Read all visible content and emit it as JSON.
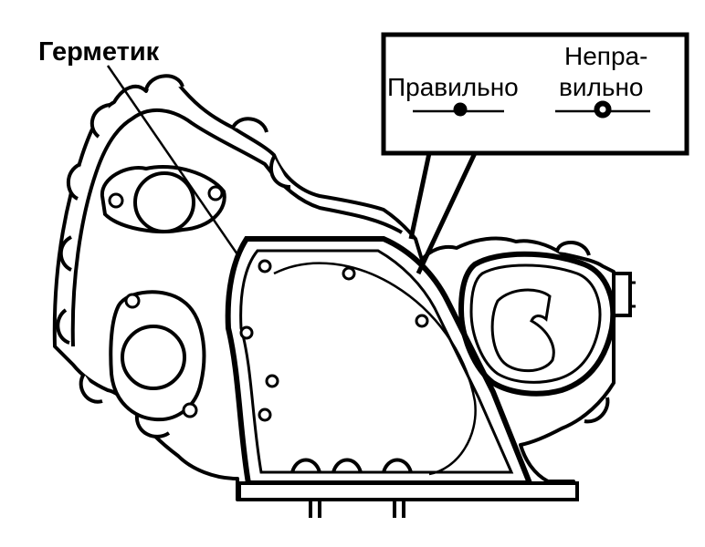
{
  "labels": {
    "sealant": "Герметик",
    "correct": "Правильно",
    "incorrect_line1": "Непра-",
    "incorrect_line2": "вильно"
  },
  "colors": {
    "ink": "#000000",
    "paper": "#ffffff"
  }
}
